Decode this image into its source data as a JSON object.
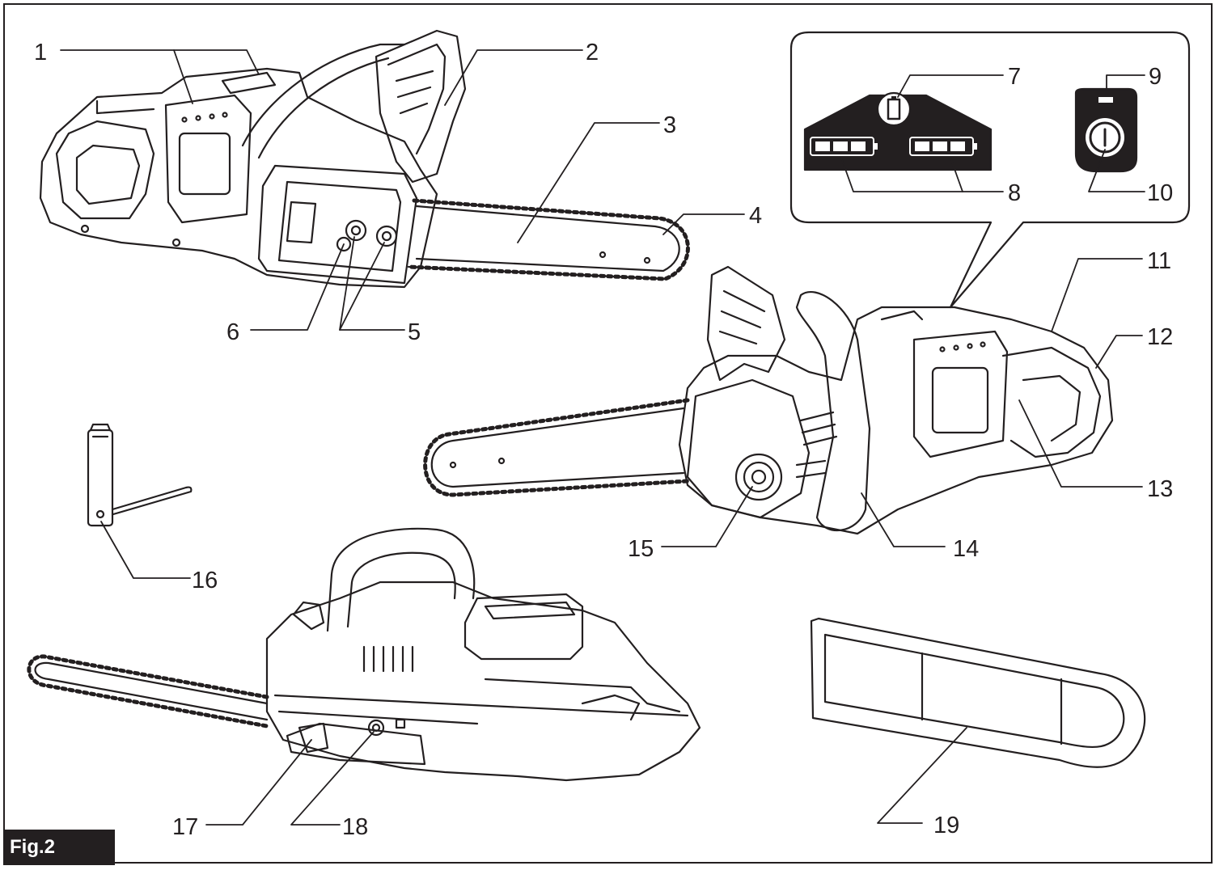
{
  "figure": {
    "label": "Fig.2",
    "callouts": [
      "1",
      "2",
      "3",
      "4",
      "5",
      "6",
      "7",
      "8",
      "9",
      "10",
      "11",
      "12",
      "13",
      "14",
      "15",
      "16",
      "17",
      "18",
      "19"
    ]
  },
  "colors": {
    "ink": "#231f20",
    "paper": "#ffffff"
  }
}
